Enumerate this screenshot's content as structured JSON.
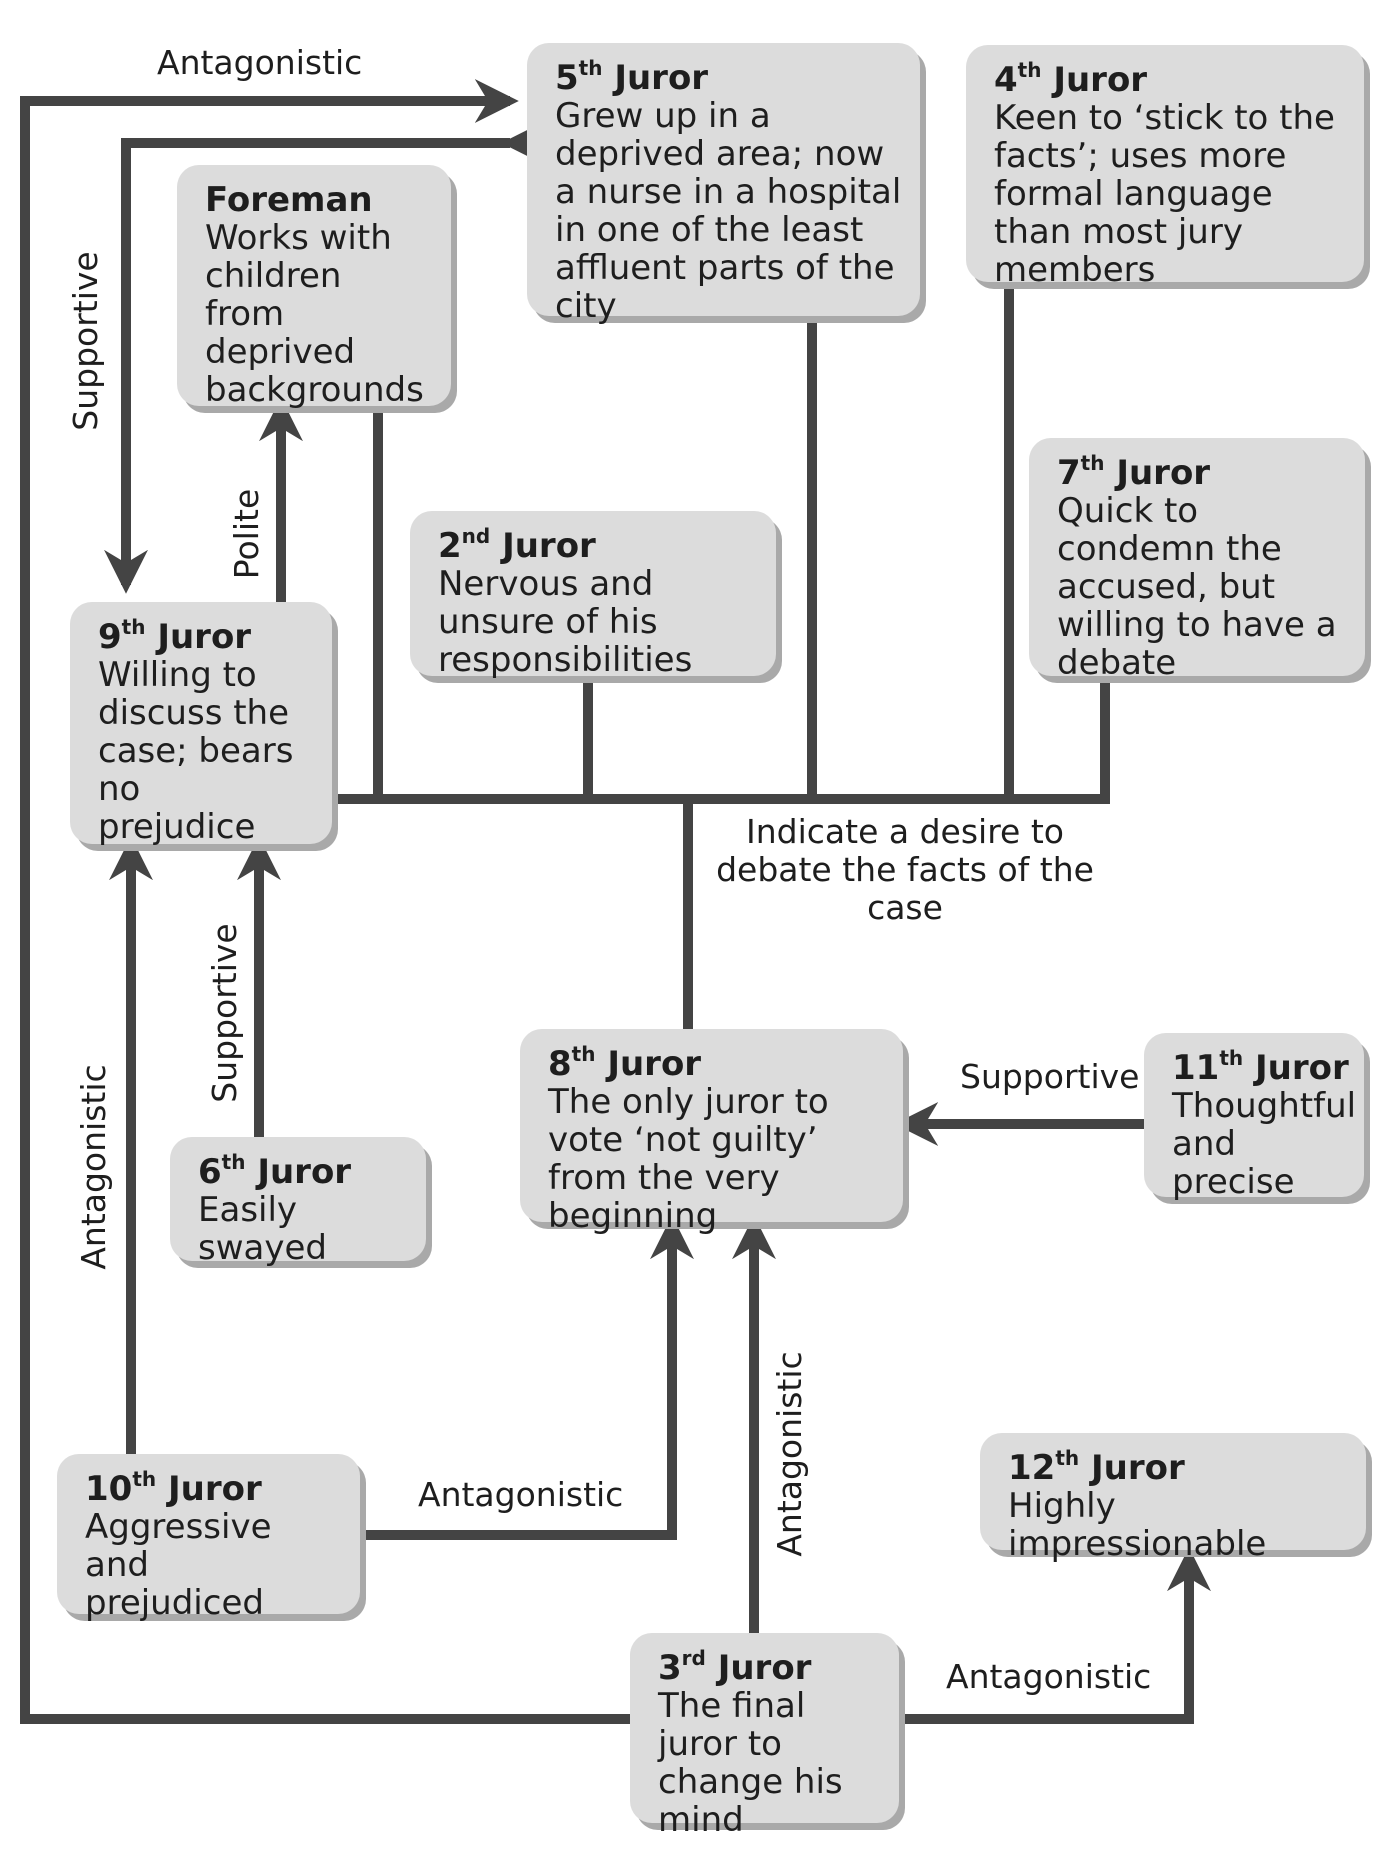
{
  "jurors": {
    "j5": {
      "num": "5",
      "sup": "th",
      "word": "Juror",
      "desc": "Grew up in a deprived area; now a nurse in a hospital in one of the least affluent parts of the city"
    },
    "j4": {
      "num": "4",
      "sup": "th",
      "word": "Juror",
      "desc": "Keen to ‘stick to the facts’; uses more formal language than most jury members"
    },
    "foreman": {
      "num": "Foreman",
      "sup": "",
      "word": "",
      "desc": "Works with children from deprived backgrounds"
    },
    "j2": {
      "num": "2",
      "sup": "nd",
      "word": "Juror",
      "desc": "Nervous and unsure of his responsibilities"
    },
    "j7": {
      "num": "7",
      "sup": "th",
      "word": "Juror",
      "desc": "Quick to condemn the accused, but willing to have a debate"
    },
    "j9": {
      "num": "9",
      "sup": "th",
      "word": "Juror",
      "desc": "Willing to discuss the case; bears no prejudice"
    },
    "j8": {
      "num": "8",
      "sup": "th",
      "word": "Juror",
      "desc": "The only juror to vote ‘not guilty’ from the very beginning"
    },
    "j11": {
      "num": "11",
      "sup": "th",
      "word": "Juror",
      "desc": "Thoughtful and precise"
    },
    "j6": {
      "num": "6",
      "sup": "th",
      "word": "Juror",
      "desc": "Easily swayed"
    },
    "j10": {
      "num": "10",
      "sup": "th",
      "word": "Juror",
      "desc": "Aggressive and prejudiced"
    },
    "j12": {
      "num": "12",
      "sup": "th",
      "word": "Juror",
      "desc": "Highly impressionable"
    },
    "j3": {
      "num": "3",
      "sup": "rd",
      "word": "Juror",
      "desc": "The final juror to change his mind"
    }
  },
  "relations": {
    "top_antagonistic": "Antagonistic",
    "supportive_9_5": "Supportive",
    "polite": "Polite",
    "debate": "Indicate a desire to debate the facts of the case",
    "supportive_6_9": "Supportive",
    "antagonistic_10_9": "Antagonistic",
    "supportive_11_8": "Supportive",
    "antagonistic_10_8": "Antagonistic",
    "antagonistic_3_8": "Antagonistic",
    "antagonistic_3_12": "Antagonistic"
  },
  "colors": {
    "line": "#444444",
    "box": "#dcdcdc",
    "shadow": "#a9a9a9"
  }
}
